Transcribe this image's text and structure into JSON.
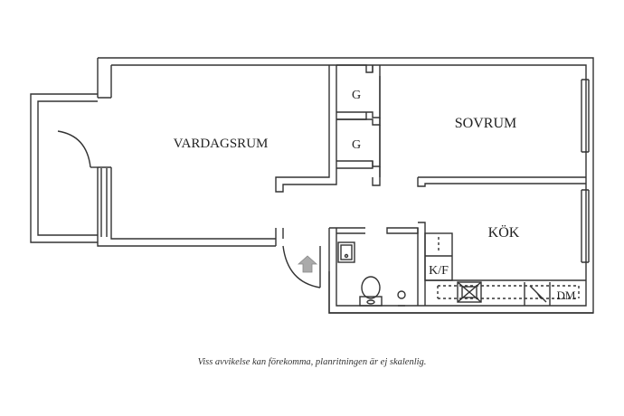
{
  "rooms": {
    "living": "VARDAGSRUM",
    "bedroom": "SOVRUM",
    "kitchen": "KÖK",
    "wardrobe_1": "G",
    "wardrobe_2": "G",
    "fridge_freezer": "K/F",
    "dishwasher": "DM"
  },
  "caption": "Viss avvikelse kan förekomma, planritningen är ej skalenlig."
}
